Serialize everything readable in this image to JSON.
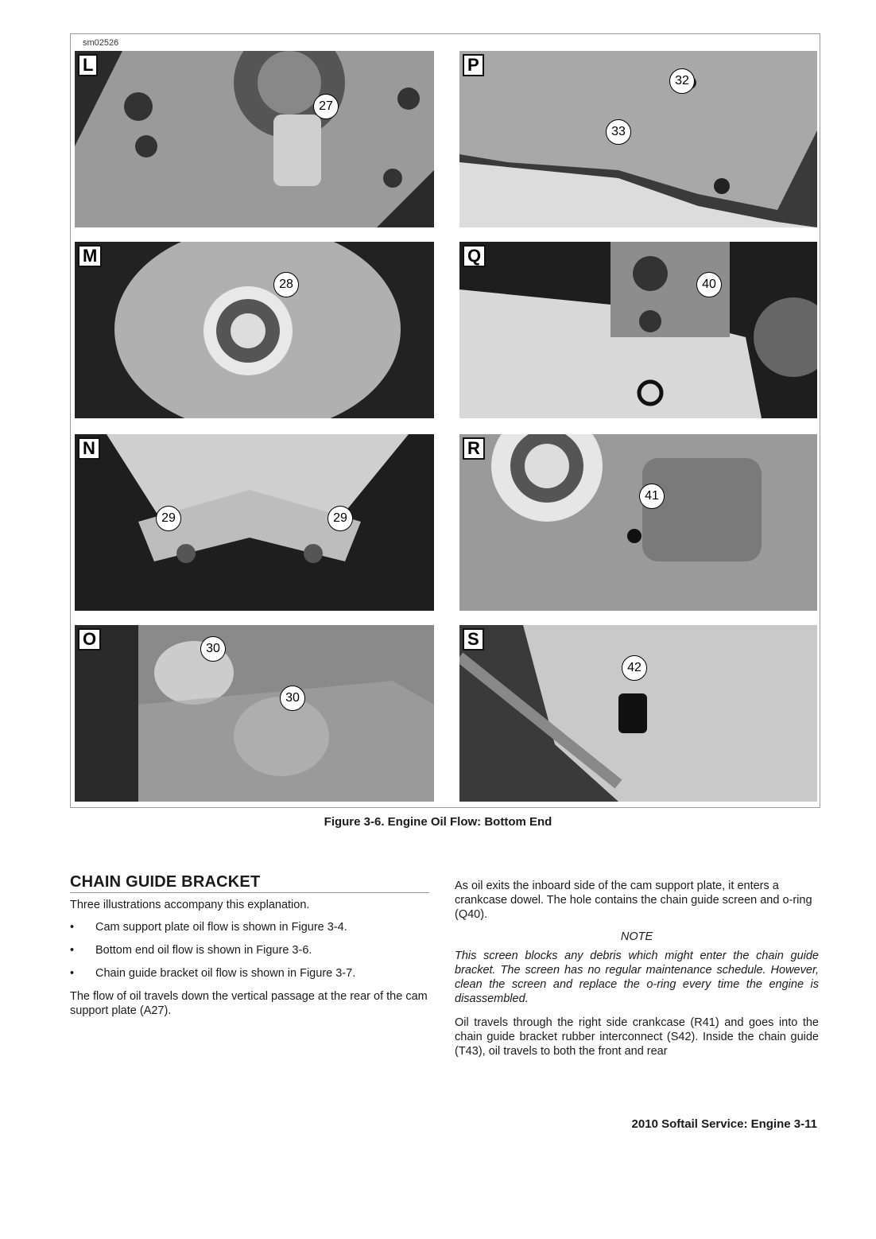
{
  "figure": {
    "id": "sm02526",
    "caption": "Figure 3-6. Engine Oil Flow: Bottom End",
    "panels": [
      {
        "label": "L",
        "callouts": [
          "27"
        ]
      },
      {
        "label": "P",
        "callouts": [
          "32",
          "33"
        ]
      },
      {
        "label": "M",
        "callouts": [
          "28"
        ]
      },
      {
        "label": "Q",
        "callouts": [
          "40"
        ]
      },
      {
        "label": "N",
        "callouts": [
          "29",
          "29"
        ]
      },
      {
        "label": "R",
        "callouts": [
          "41"
        ]
      },
      {
        "label": "O",
        "callouts": [
          "30",
          "30"
        ]
      },
      {
        "label": "S",
        "callouts": [
          "42"
        ]
      }
    ]
  },
  "section": {
    "title": "CHAIN GUIDE BRACKET",
    "intro": "Three illustrations accompany this explanation.",
    "bullets": [
      "Cam support plate oil flow is shown in Figure 3-4.",
      "Bottom end oil flow is shown in Figure 3-6.",
      "Chain guide bracket oil flow is shown in Figure 3-7."
    ],
    "para1": "The flow of oil travels down the vertical passage at the rear of the cam support plate (A27).",
    "para2": "As oil exits the inboard side of the cam support plate, it enters a crankcase dowel. The hole contains the chain guide screen and o-ring (Q40).",
    "note_title": "NOTE",
    "note_body": "This screen blocks any debris which might enter the chain guide bracket. The screen has no regular maintenance schedule. However, clean the screen and replace the o-ring every time the engine is disassembled.",
    "para3": "Oil travels through the right side crankcase (R41) and goes into the chain guide bracket rubber interconnect (S42). Inside the chain guide (T43), oil travels to both the front and rear"
  },
  "footer": "2010 Softail Service: Engine 3-11"
}
